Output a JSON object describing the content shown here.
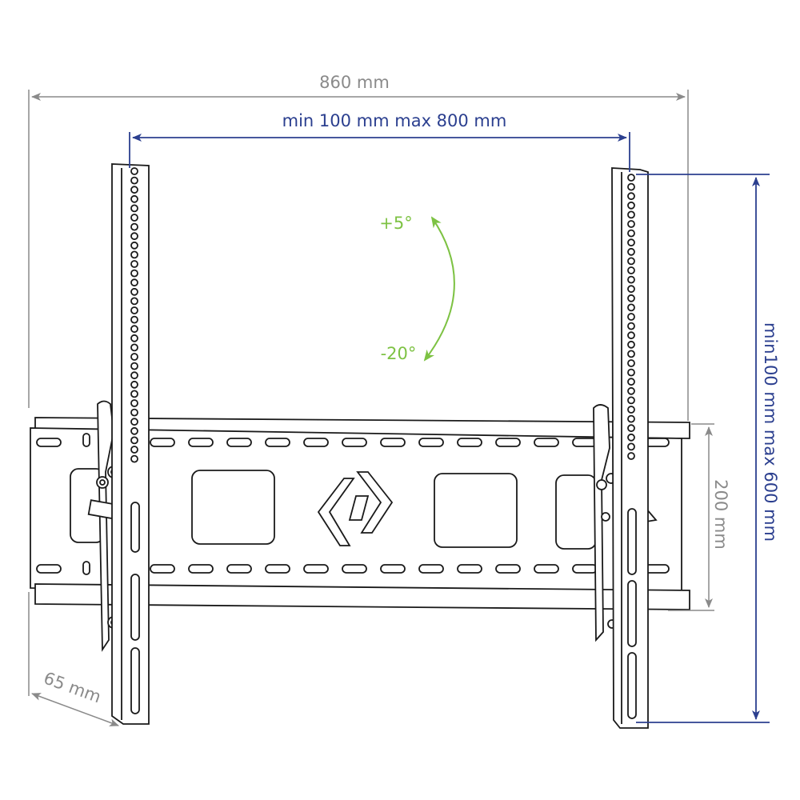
{
  "dimensions": {
    "overall_width": "860 mm",
    "vesa_horizontal": "min 100 mm max 800 mm",
    "vesa_vertical": "min100 mm max 600 mm",
    "rail_height": "200 mm",
    "depth": "65 mm"
  },
  "tilt": {
    "up": "+5°",
    "down": "-20°"
  },
  "colors": {
    "gray": "#8a8a8a",
    "blue": "#2b3f8f",
    "green": "#7dc243",
    "line": "#1a1a1a"
  }
}
